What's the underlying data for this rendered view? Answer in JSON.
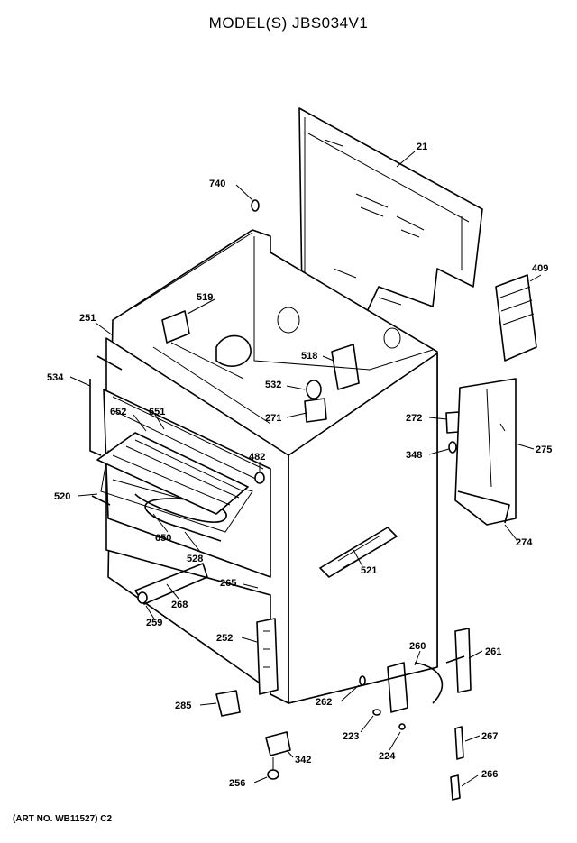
{
  "title": "MODEL(S) JBS034V1",
  "art_number": "(ART NO. WB11527) C2",
  "callouts": {
    "p21": "21",
    "p409": "409",
    "p740": "740",
    "p519": "519",
    "p251": "251",
    "p518": "518",
    "p534": "534",
    "p532": "532",
    "p271": "271",
    "p272": "272",
    "p652": "652",
    "p651": "651",
    "p348": "348",
    "p275": "275",
    "p482": "482",
    "p520": "520",
    "p650": "650",
    "p528": "528",
    "p274": "274",
    "p521": "521",
    "p265a": "265",
    "p268": "268",
    "p259": "259",
    "p252": "252",
    "p260": "260",
    "p261": "261",
    "p285": "285",
    "p262": "262",
    "p223": "223",
    "p224": "224",
    "p267": "267",
    "p342": "342",
    "p266": "266",
    "p256": "256"
  }
}
